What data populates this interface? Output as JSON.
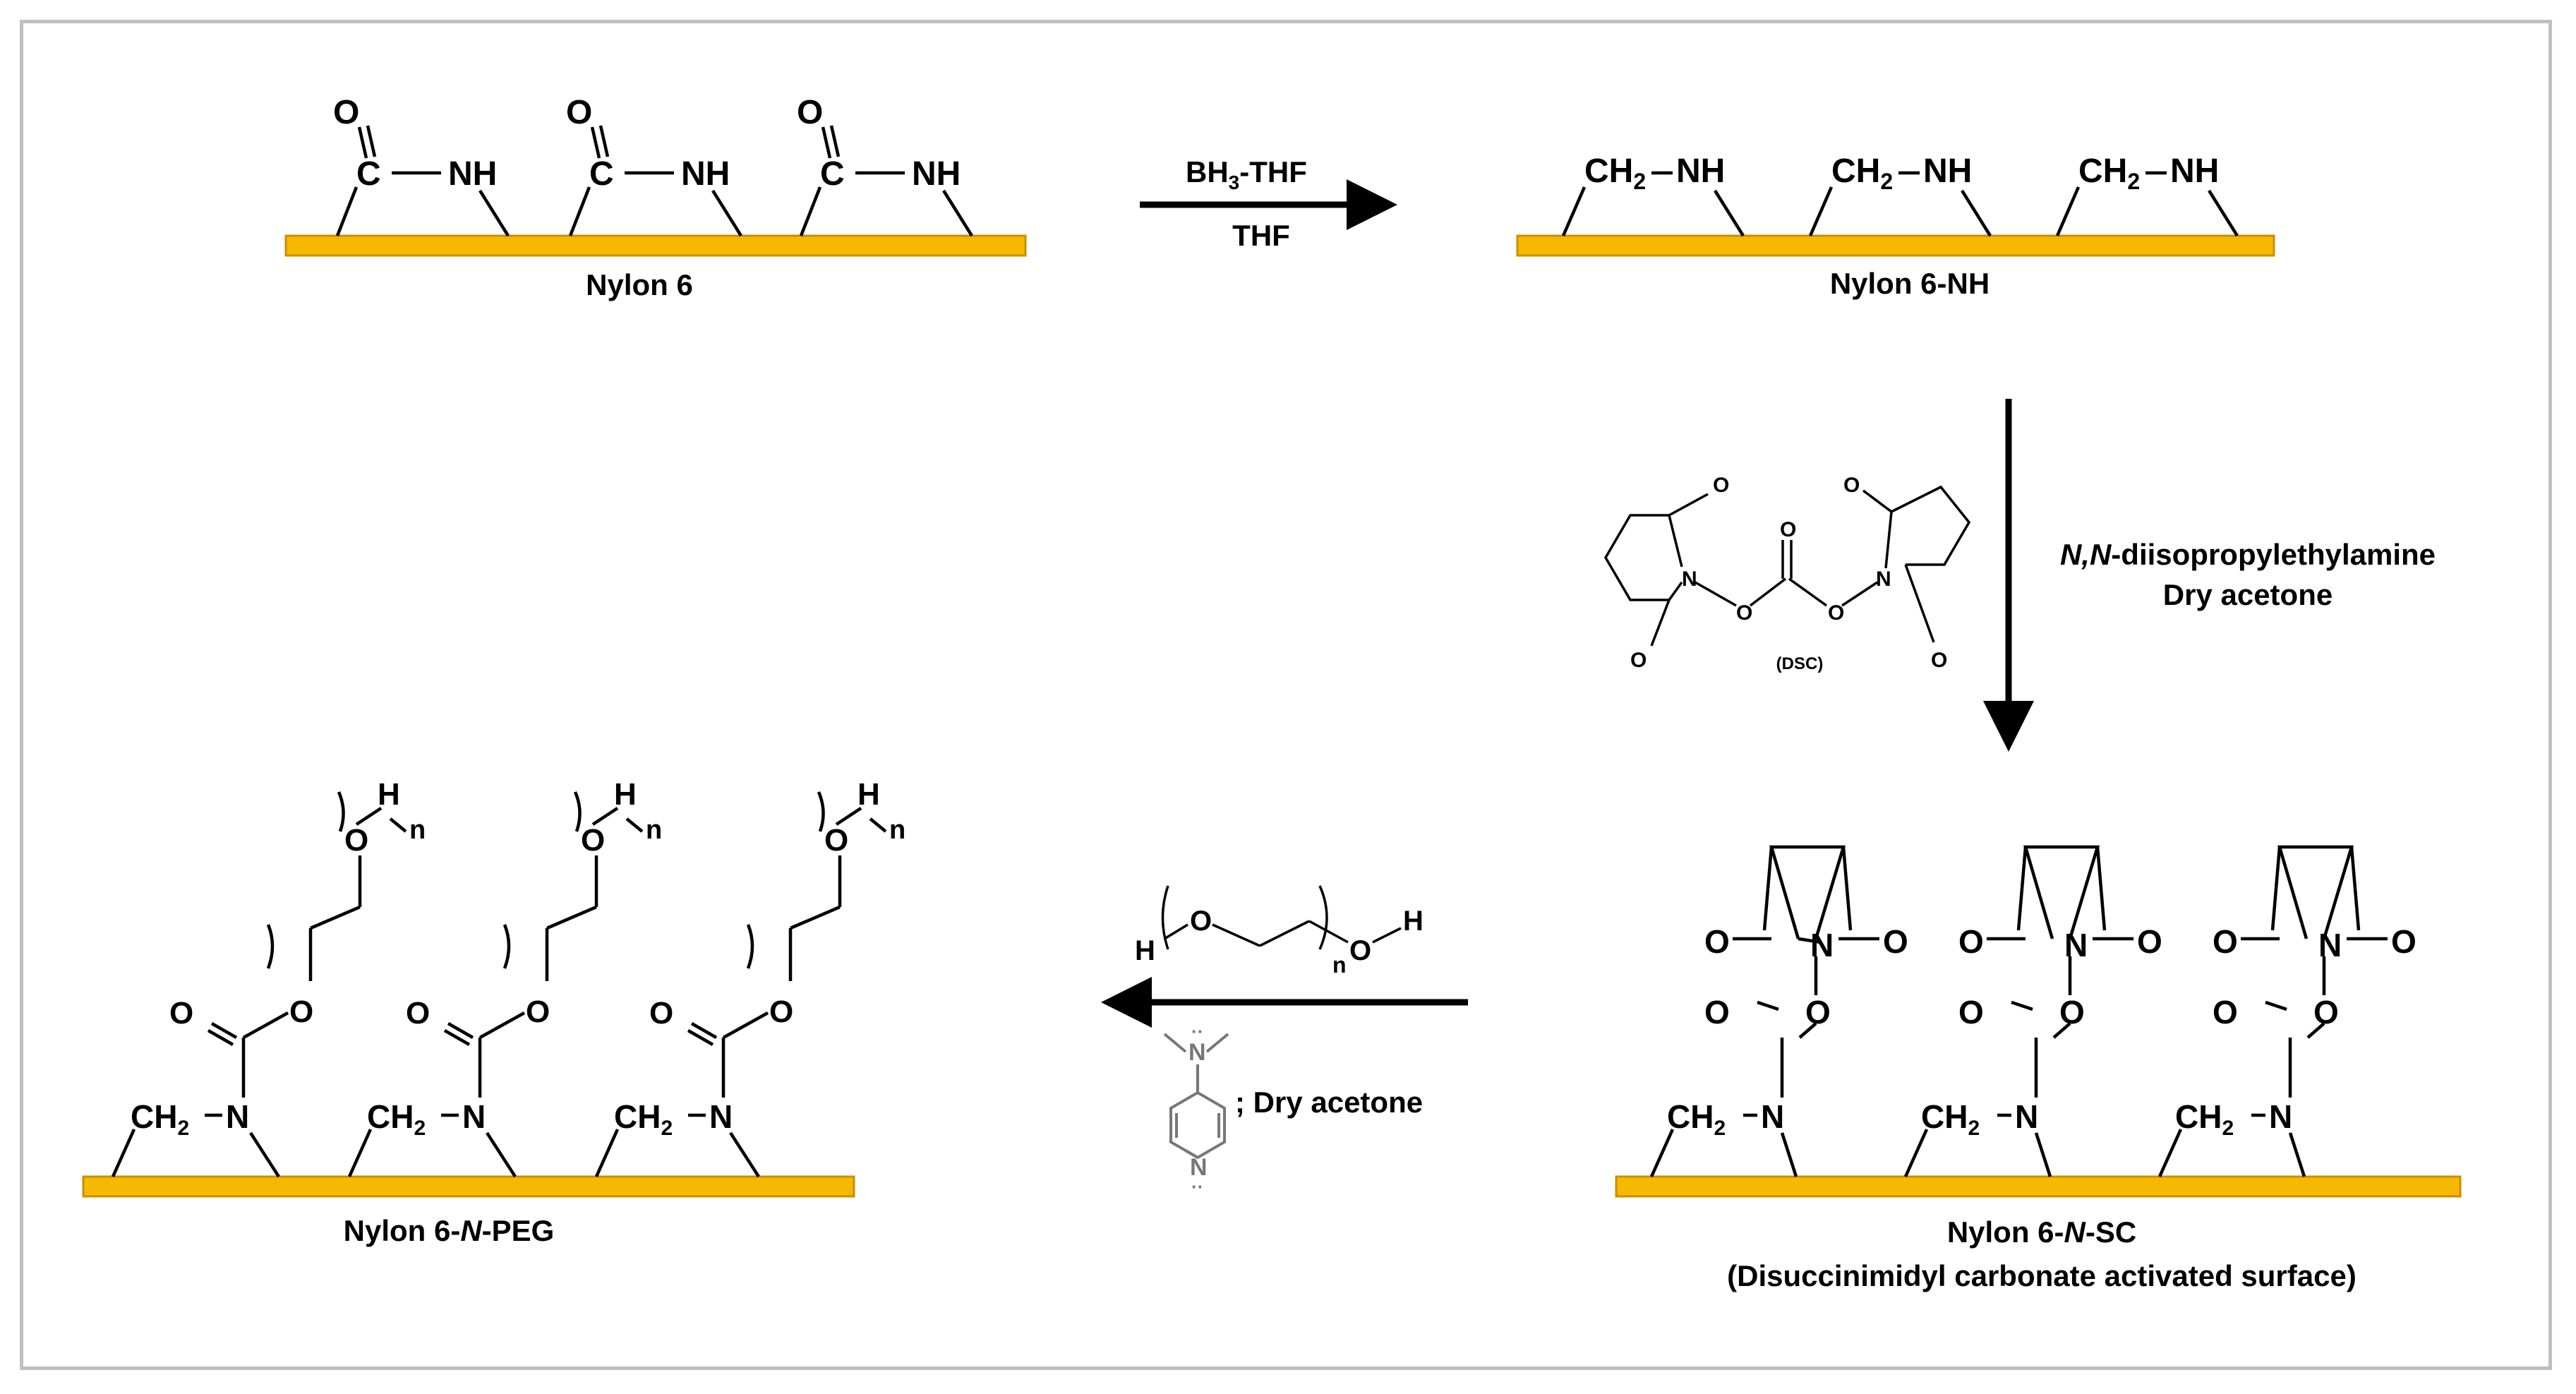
{
  "labels": {
    "nylon6": "Nylon 6",
    "nylon6_nh": "Nylon 6-NH",
    "nylon6_nsc": "Nylon 6-N-SC",
    "nylon6_nsc_desc": "(Disuccinimidyl  carbonate activated surface)",
    "nylon6_npeg": "Nylon 6-N-PEG"
  },
  "reagents": {
    "step1_top": "BH3-THF",
    "step1_bottom": "THF",
    "step2_line1": "N,N-diisopropylethylamine",
    "step2_line2": "Dry acetone",
    "dsc_label": "(DSC)",
    "step3_solvent": "; Dry acetone"
  },
  "atoms": {
    "O": "O",
    "C": "C",
    "N": "N",
    "H": "H",
    "NH": "NH",
    "n": "n"
  },
  "colors": {
    "surface_bar": "#f7b800",
    "frame": "#bfbfbf",
    "dmap": "#777777"
  }
}
